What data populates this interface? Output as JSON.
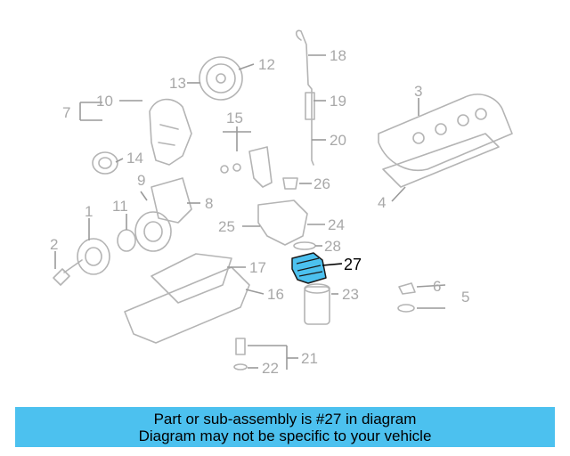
{
  "diagram": {
    "callouts": [
      "1",
      "2",
      "3",
      "4",
      "5",
      "6",
      "7",
      "8",
      "9",
      "10",
      "11",
      "12",
      "13",
      "14",
      "15",
      "16",
      "17",
      "18",
      "19",
      "20",
      "21",
      "22",
      "23",
      "24",
      "25",
      "26",
      "27",
      "28"
    ],
    "highlighted_callout": "27",
    "highlight_color": "#4cc1ef"
  },
  "banner": {
    "line1": "Part or sub-assembly is #27 in diagram",
    "line2": "Diagram may not be specific to your vehicle",
    "background": "#4cc1ef"
  }
}
